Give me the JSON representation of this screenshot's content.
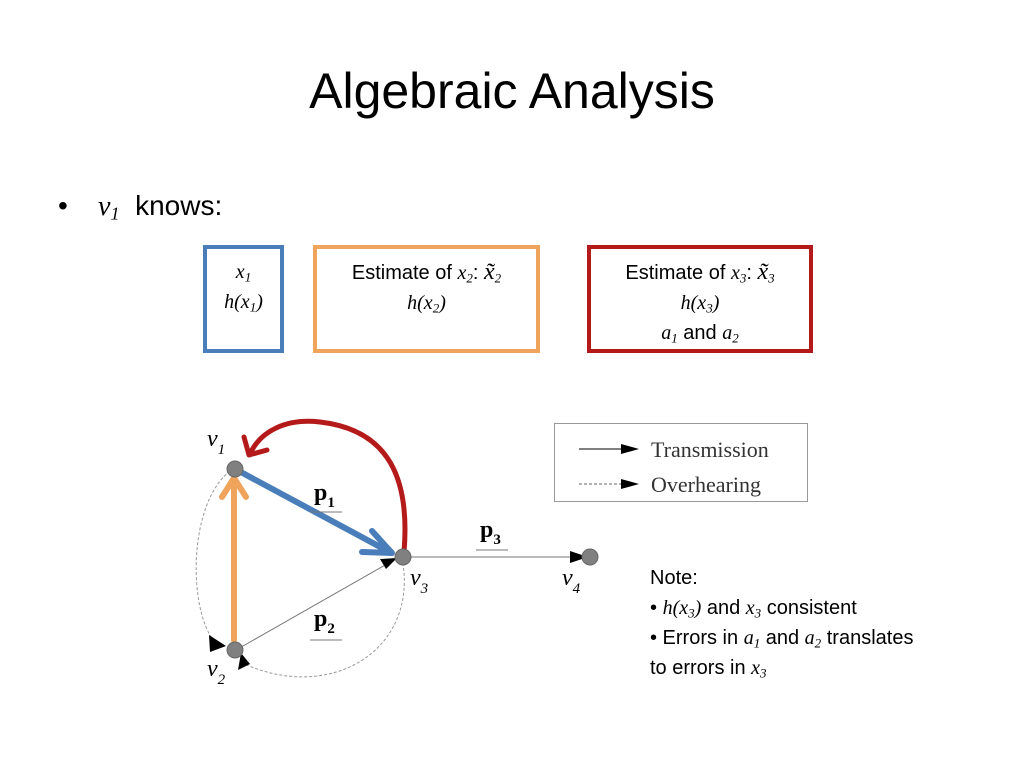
{
  "title": "Algebraic Analysis",
  "bullet": {
    "marker": "•",
    "var": "v",
    "var_sub": "1",
    "text": "knows:"
  },
  "boxes": [
    {
      "line1_var": "x",
      "line1_sub": "1",
      "line2": "h(x",
      "line2_sub": "1",
      "line2_end": ")",
      "color": "#4a7eba"
    },
    {
      "prefix": "Estimate of ",
      "var": "x",
      "sub": "2",
      "colon": ":",
      "tilde": "x̃",
      "tilde_sub": "2",
      "line2": "h(x",
      "line2_sub": "2",
      "line2_end": ")",
      "color": "#f0a35a"
    },
    {
      "prefix": "Estimate of ",
      "var": "x",
      "sub": "3",
      "colon": ":",
      "tilde": "x̃",
      "tilde_sub": "3",
      "line2": "h(x",
      "line2_sub": "3",
      "line2_end": ")",
      "line3_a": "a",
      "line3_a_sub": "1",
      "line3_and": " and ",
      "line3_b": "a",
      "line3_b_sub": "2",
      "color": "#b51a1a"
    }
  ],
  "legend": {
    "transmission": "Transmission",
    "overhearing": "Overhearing"
  },
  "nodes": [
    {
      "id": "v1",
      "label": "v",
      "sub": "1"
    },
    {
      "id": "v2",
      "label": "v",
      "sub": "2"
    },
    {
      "id": "v3",
      "label": "v",
      "sub": "3"
    },
    {
      "id": "v4",
      "label": "v",
      "sub": "4"
    }
  ],
  "packets": [
    {
      "label": "p",
      "sub": "1"
    },
    {
      "label": "p",
      "sub": "2"
    },
    {
      "label": "p",
      "sub": "3"
    }
  ],
  "note": {
    "heading": "Note:",
    "l1_bullet": "•  ",
    "l1_a": "h(x",
    "l1_a_sub": "3",
    "l1_a_end": ")",
    "l1_mid": " and  ",
    "l1_b": "x",
    "l1_b_sub": "3",
    "l1_end": " consistent",
    "l2_bullet": "• Errors in  ",
    "l2_a": "a",
    "l2_a_sub": "1",
    "l2_mid": " and ",
    "l2_b": "a",
    "l2_b_sub": "2",
    "l2_end": " translates",
    "l3_start": "to errors in ",
    "l3_x": "x",
    "l3_x_sub": "3"
  },
  "colors": {
    "blue": "#4a7eba",
    "orange": "#f0a35a",
    "red": "#b51a1a",
    "node": "#808080"
  }
}
